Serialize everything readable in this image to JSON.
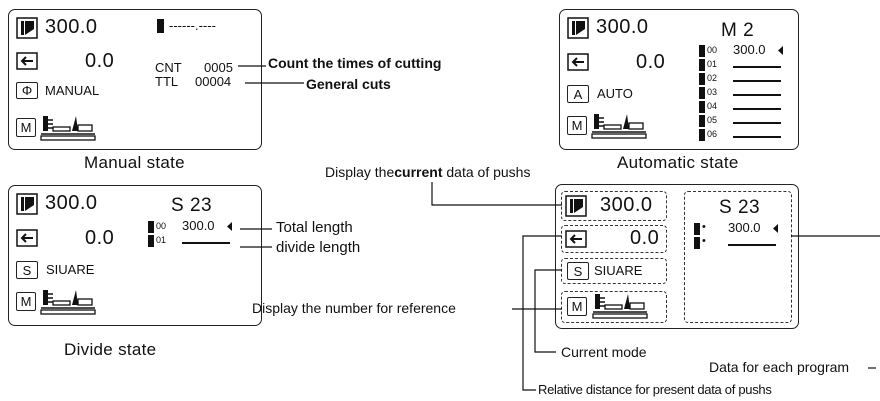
{
  "manual": {
    "value1": "300.0",
    "value2": "0.0",
    "mode_icon": "Φ",
    "mode_label": "MANUAL",
    "m_key": "M",
    "header_dots": "------.----",
    "cnt_label": "CNT",
    "cnt_value": "0005",
    "ttl_label": "TTL",
    "ttl_value": "00004",
    "caption": "Manual state",
    "note_cnt": "Count the times of cutting",
    "note_ttl": "General cuts"
  },
  "automatic": {
    "value1": "300.0",
    "value2": "0.0",
    "mode_icon": "A",
    "mode_label": "AUTO",
    "m_key": "M",
    "program": "M 2",
    "rows": [
      "00",
      "01",
      "02",
      "03",
      "04",
      "05",
      "06"
    ],
    "first_value": "300.0",
    "caption": "Automatic state"
  },
  "divide": {
    "value1": "300.0",
    "value2": "0.0",
    "mode_icon": "S",
    "mode_label": "SIUARE",
    "m_key": "M",
    "program": "S 23",
    "rows": [
      "00",
      "01"
    ],
    "first_value": "300.0",
    "caption": "Divide state",
    "note_total": "Total length",
    "note_divide": "divide length"
  },
  "reference": {
    "value1": "300.0",
    "value2": "0.0",
    "mode_icon": "S",
    "mode_label": "SIUARE",
    "m_key": "M",
    "program": "S 23",
    "first_value": "300.0",
    "note_current_prefix": "Display the",
    "note_current_bold": "current",
    "note_current_suffix": " data of pushs",
    "note_reference": "Display the number for reference",
    "note_mode": "Current mode",
    "note_program": "Data for each program",
    "note_relative": "Relative distance for present data of pushs"
  },
  "icons": [
    "pusher-icon",
    "left-arrow-icon",
    "manual-mode-icon",
    "blade-icon",
    "small-e-icon",
    "pointer-triangle-icon"
  ],
  "colors": {
    "ink": "#222222",
    "background": "#ffffff"
  }
}
